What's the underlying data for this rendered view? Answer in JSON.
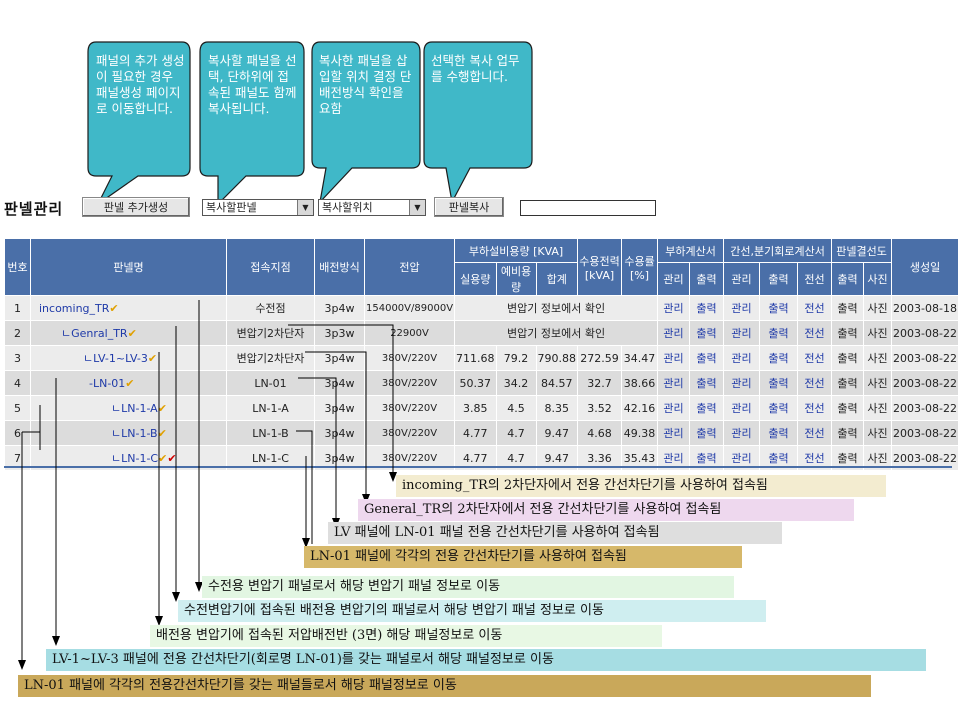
{
  "callouts": [
    {
      "text": "패널의 추가 생성이 필요한 경우 패널생성 페이지로 이동합니다."
    },
    {
      "text": "복사할 패널을 선택, 단하위에 접속된 패널도 함께 복사됩니다."
    },
    {
      "text": "복사한 패널을 삽입할 위치 결정 단 배전방식 확인을 요함"
    },
    {
      "text": "선택한 복사 업무를 수행합니다."
    }
  ],
  "toolbar": {
    "title": "판넬관리",
    "add_button": "판넬 추가생성",
    "source_select": "복사할판넬",
    "target_select": "복사할위치",
    "copy_button": "판넬복사"
  },
  "table": {
    "headers": {
      "no": "번호",
      "name": "판넬명",
      "connection": "접속지점",
      "distribution": "배전방식",
      "voltage": "전압",
      "load_group": "부하설비용량 [KVA]",
      "load_used": "실용량",
      "load_spare": "예비용량",
      "load_total": "합계",
      "demand_power": "수용전력 [kVA]",
      "demand_rate": "수용률 [%]",
      "load_calc": "부하계산서",
      "load_manage": "관리",
      "load_print": "출력",
      "feeder_calc": "간선,분기회로계산서",
      "feeder_manage": "관리",
      "feeder_print": "출력",
      "feeder_line": "전선",
      "wiring": "판넬결선도",
      "wiring_print": "출력",
      "wiring_photo": "사진",
      "created": "생성일"
    },
    "rows": [
      {
        "no": "1",
        "name": "incoming_TR",
        "check": "✔",
        "check2": "",
        "conn": "수전점",
        "dist": "3p4w",
        "volt": "154000V/89000V",
        "used": "",
        "spare": "변압기 정보에서 확인",
        "total": "",
        "dp": "",
        "dr": "",
        "m1": "관리",
        "p1": "출력",
        "m2": "관리",
        "p2": "출력",
        "w": "전선",
        "p3": "출력",
        "ph": "사진",
        "date": "2003-08-18"
      },
      {
        "no": "2",
        "name": "ㄴGenral_TR",
        "check": "✔",
        "check2": "",
        "conn": "변압기2차단자",
        "dist": "3p3w",
        "volt": "22900V",
        "used": "",
        "spare": "변압기 정보에서 확인",
        "total": "",
        "dp": "",
        "dr": "",
        "m1": "관리",
        "p1": "출력",
        "m2": "관리",
        "p2": "출력",
        "w": "전선",
        "p3": "출력",
        "ph": "사진",
        "date": "2003-08-22"
      },
      {
        "no": "3",
        "name": "ㄴLV-1~LV-3",
        "check": "✔",
        "check2": "",
        "conn": "변압기2차단자",
        "dist": "3p4w",
        "volt": "380V/220V",
        "used": "711.68",
        "spare": "79.2",
        "total": "790.88",
        "dp": "272.59",
        "dr": "34.47",
        "m1": "관리",
        "p1": "출력",
        "m2": "관리",
        "p2": "출력",
        "w": "전선",
        "p3": "출력",
        "ph": "사진",
        "date": "2003-08-22"
      },
      {
        "no": "4",
        "name": "-LN-01",
        "check": "✔",
        "check2": "",
        "conn": "LN-01",
        "dist": "3p4w",
        "volt": "380V/220V",
        "used": "50.37",
        "spare": "34.2",
        "total": "84.57",
        "dp": "32.7",
        "dr": "38.66",
        "m1": "관리",
        "p1": "출력",
        "m2": "관리",
        "p2": "출력",
        "w": "전선",
        "p3": "출력",
        "ph": "사진",
        "date": "2003-08-22"
      },
      {
        "no": "5",
        "name": "ㄴLN-1-A",
        "check": "✔",
        "check2": "",
        "conn": "LN-1-A",
        "dist": "3p4w",
        "volt": "380V/220V",
        "used": "3.85",
        "spare": "4.5",
        "total": "8.35",
        "dp": "3.52",
        "dr": "42.16",
        "m1": "관리",
        "p1": "출력",
        "m2": "관리",
        "p2": "출력",
        "w": "전선",
        "p3": "출력",
        "ph": "사진",
        "date": "2003-08-22"
      },
      {
        "no": "6",
        "name": "ㄴLN-1-B",
        "check": "✔",
        "check2": "",
        "conn": "LN-1-B",
        "dist": "3p4w",
        "volt": "380V/220V",
        "used": "4.77",
        "spare": "4.7",
        "total": "9.47",
        "dp": "4.68",
        "dr": "49.38",
        "m1": "관리",
        "p1": "출력",
        "m2": "관리",
        "p2": "출력",
        "w": "전선",
        "p3": "출력",
        "ph": "사진",
        "date": "2003-08-22"
      },
      {
        "no": "7",
        "name": "ㄴLN-1-C",
        "check": "✔",
        "check2": "✔",
        "conn": "LN-1-C",
        "dist": "3p4w",
        "volt": "380V/220V",
        "used": "4.77",
        "spare": "4.7",
        "total": "9.47",
        "dp": "3.36",
        "dr": "35.43",
        "m1": "관리",
        "p1": "출력",
        "m2": "관리",
        "p2": "출력",
        "w": "전선",
        "p3": "출력",
        "ph": "사진",
        "date": "2003-08-22"
      }
    ]
  },
  "notes": [
    {
      "text": "incoming_TR의 2차단자에서 전용 간선차단기를 사용하여 접속됨",
      "color": "#f3ecd0"
    },
    {
      "text": "General_TR의 2차단자에서 전용 간선차단기를 사용하여 접속됨",
      "color": "#eed8ee"
    },
    {
      "text": "LV 패널에 LN-01 패널 전용 간선차단기를 사용하여 접속됨",
      "color": "#dedede"
    },
    {
      "text": "LN-01 패널에 각각의 전용 간선차단기를 사용하여 접속됨",
      "color": "#d6b86a"
    },
    {
      "text": "수전용 변압기 패널로서 해당 변압기 패널 정보로 이동",
      "color": "#e2f6e2"
    },
    {
      "text": "수전변압기에 접속된 배전용 변압기의 패널로서 해당 변압기 패널 정보로 이동",
      "color": "#cfeef0"
    },
    {
      "text": "배전용 변압기에 접속된 저압배전반 (3면) 해당 패널정보로 이동",
      "color": "#e8f8e4"
    },
    {
      "text": "LV-1~LV-3 패널에 전용 간선차단기(회로명 LN-01)를 갖는 패널로서 해당 패널정보로 이동",
      "color": "#a6dde3"
    },
    {
      "text": "LN-01 패널에 각각의 전용간선차단기를 갖는 패널들로서 해당 패널정보로 이동",
      "color": "#c9a85a"
    }
  ]
}
